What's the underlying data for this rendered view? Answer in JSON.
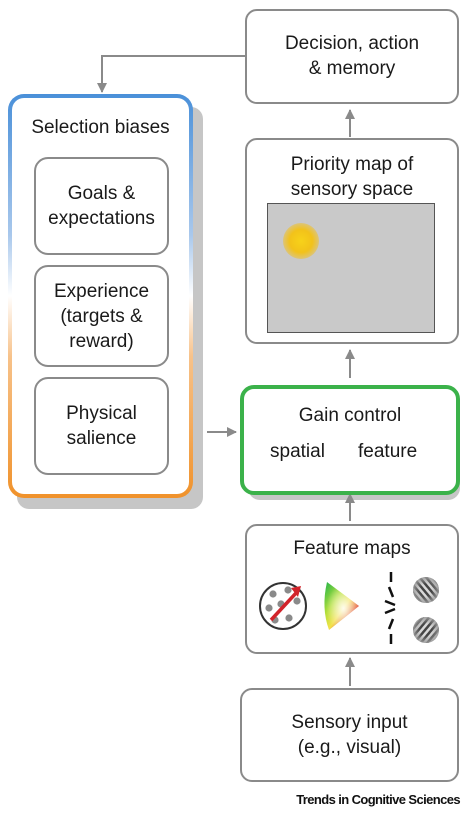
{
  "decision_box": {
    "label": "Decision, action\n& memory"
  },
  "priority_box": {
    "label": "Priority map of\nsensory space"
  },
  "gain_box": {
    "title": "Gain control",
    "spatial": "spatial",
    "feature": "feature",
    "border_color": "#3bb24a"
  },
  "feature_box": {
    "title": "Feature maps"
  },
  "sensory_box": {
    "label": "Sensory input\n(e.g., visual)"
  },
  "selection_box": {
    "title": "Selection biases",
    "border_gradient": [
      "#4a90d9",
      "#f0922b"
    ],
    "items": [
      {
        "label": "Goals &\nexpectations"
      },
      {
        "label": "Experience\n(targets &\nreward)"
      },
      {
        "label": "Physical\nsalience"
      }
    ]
  },
  "footer": {
    "text": "Trends in Cognitive Sciences"
  }
}
